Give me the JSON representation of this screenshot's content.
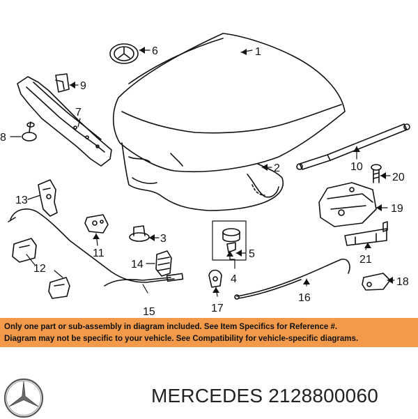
{
  "diagram": {
    "callouts": [
      "1",
      "2",
      "3",
      "4",
      "5",
      "6",
      "7",
      "8",
      "9",
      "10",
      "11",
      "12",
      "13",
      "14",
      "15",
      "16",
      "17",
      "18",
      "19",
      "20",
      "21"
    ]
  },
  "banner": {
    "color": "#f39a4a",
    "line1": "Only one part or sub-assembly in diagram included. See Item Specifics for Reference #.",
    "line2": "Diagram may not be specific to your vehicle. See Compatibility for vehicle-specific diagrams."
  },
  "footer": {
    "logo_icon": "mercedes-star-logo-icon",
    "part_text": "MERCEDES 2128800060"
  }
}
